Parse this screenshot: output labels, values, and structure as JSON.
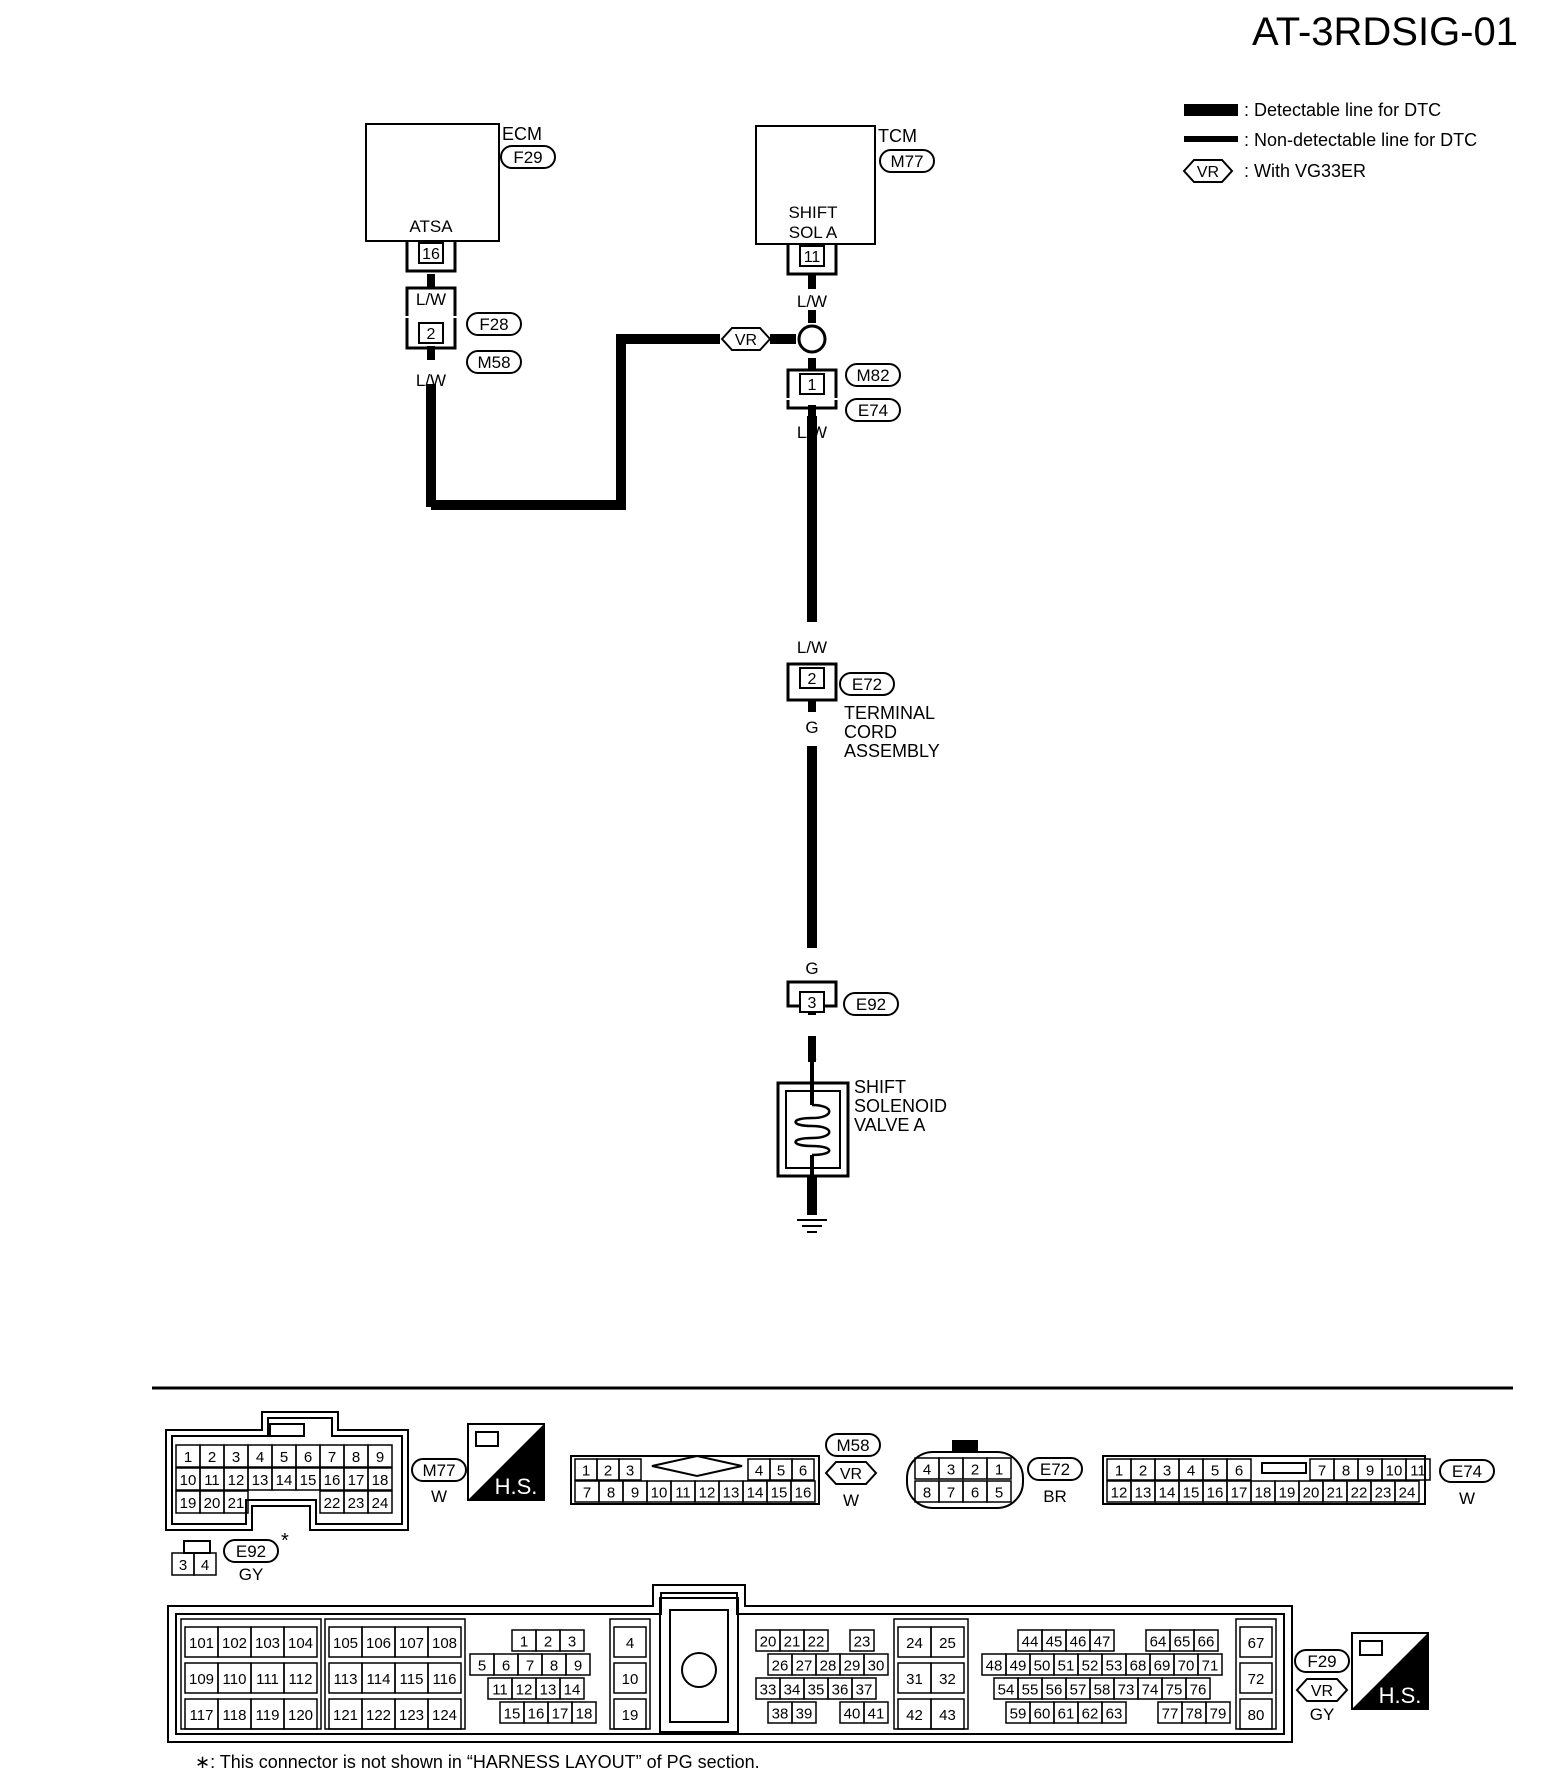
{
  "title": "AT-3RDSIG-01",
  "legend": {
    "detectable": ": Detectable line for DTC",
    "non_detectable": ": Non-detectable line for DTC",
    "vr_symbol": "VR",
    "vr_text": ": With VG33ER"
  },
  "ecm": {
    "name": "ECM",
    "connector": "F29",
    "pin_label": "ATSA",
    "pin": "16"
  },
  "tcm": {
    "name": "TCM",
    "connector": "M77",
    "pin_label_1": "SHIFT",
    "pin_label_2": "SOL A",
    "pin": "11"
  },
  "wires": {
    "lw": "L/W",
    "g": "G",
    "l": "L"
  },
  "joint_f28": {
    "pin": "2",
    "conn_a": "F28",
    "conn_b": "M58"
  },
  "joint_m82": {
    "pin": "1",
    "conn_a": "M82",
    "conn_b": "E74"
  },
  "vr_tag": "VR",
  "terminal_cord": {
    "pin": "2",
    "connector": "E72",
    "line1": "TERMINAL",
    "line2": "CORD",
    "line3": "ASSEMBLY"
  },
  "e92_joint": {
    "pin": "3",
    "connector": "E92"
  },
  "solenoid": {
    "line1": "SHIFT",
    "line2": "SOLENOID",
    "line3": "VALVE A"
  },
  "connectors": {
    "m77": {
      "id": "M77",
      "color": "W",
      "row1": [
        "1",
        "2",
        "3",
        "4",
        "5",
        "6",
        "7",
        "8",
        "9"
      ],
      "row2": [
        "10",
        "11",
        "12",
        "13",
        "14",
        "15",
        "16",
        "17",
        "18"
      ],
      "row3a": [
        "19",
        "20",
        "21"
      ],
      "row3b": [
        "22",
        "23",
        "24"
      ]
    },
    "hs_label": "H.S.",
    "m58": {
      "id": "M58",
      "vr": "VR",
      "color": "W",
      "row1a": [
        "1",
        "2",
        "3"
      ],
      "row1b": [
        "4",
        "5",
        "6"
      ],
      "row2": [
        "7",
        "8",
        "9",
        "10",
        "11",
        "12",
        "13",
        "14",
        "15",
        "16"
      ]
    },
    "e72": {
      "id": "E72",
      "color": "BR",
      "top": [
        "4",
        "3",
        "2",
        "1"
      ],
      "bottom": [
        "8",
        "7",
        "6",
        "5"
      ]
    },
    "e74": {
      "id": "E74",
      "color": "W",
      "row1a": [
        "1",
        "2",
        "3",
        "4",
        "5",
        "6"
      ],
      "row1b": [
        "7",
        "8",
        "9",
        "10",
        "11"
      ],
      "row2": [
        "12",
        "13",
        "14",
        "15",
        "16",
        "17",
        "18",
        "19",
        "20",
        "21",
        "22",
        "23",
        "24"
      ]
    },
    "e92": {
      "id": "E92",
      "asterisk": "*",
      "color": "GY",
      "pins": [
        "3",
        "4"
      ]
    },
    "f29": {
      "id": "F29",
      "vr": "VR",
      "color": "GY",
      "b1": [
        [
          "101",
          "102",
          "103",
          "104"
        ],
        [
          "109",
          "110",
          "111",
          "112"
        ],
        [
          "117",
          "118",
          "119",
          "120"
        ]
      ],
      "b2": [
        [
          "105",
          "106",
          "107",
          "108"
        ],
        [
          "113",
          "114",
          "115",
          "116"
        ],
        [
          "121",
          "122",
          "123",
          "124"
        ]
      ],
      "b3r1": [
        "1",
        "2",
        "3"
      ],
      "b3r2": [
        "5",
        "6",
        "7",
        "8",
        "9"
      ],
      "b3r3": [
        "11",
        "12",
        "13",
        "14"
      ],
      "b3r4": [
        "15",
        "16",
        "17",
        "18"
      ],
      "b4": [
        "4",
        "10",
        "19"
      ],
      "b5r1a": [
        "20",
        "21",
        "22"
      ],
      "b5r1b": [
        "23"
      ],
      "b5r2": [
        "26",
        "27",
        "28",
        "29",
        "30"
      ],
      "b5r3": [
        "33",
        "34",
        "35",
        "36",
        "37"
      ],
      "b5r4a": [
        "38",
        "39"
      ],
      "b5r4b": [
        "40",
        "41"
      ],
      "b6": [
        [
          "24",
          "25"
        ],
        [
          "31",
          "32"
        ],
        [
          "42",
          "43"
        ]
      ],
      "b7r1a": [
        "44",
        "45",
        "46",
        "47"
      ],
      "b7r1b": [
        "64",
        "65",
        "66"
      ],
      "b7r2": [
        "48",
        "49",
        "50",
        "51",
        "52",
        "53",
        "68",
        "69",
        "70",
        "71"
      ],
      "b7r3": [
        "54",
        "55",
        "56",
        "57",
        "58",
        "73",
        "74",
        "75",
        "76"
      ],
      "b7r4a": [
        "59",
        "60",
        "61",
        "62",
        "63"
      ],
      "b7r4b": [
        "77",
        "78",
        "79"
      ],
      "b8": [
        "67",
        "72",
        "80"
      ]
    }
  },
  "footnote": "∗: This connector is not shown in “HARNESS LAYOUT” of PG section."
}
